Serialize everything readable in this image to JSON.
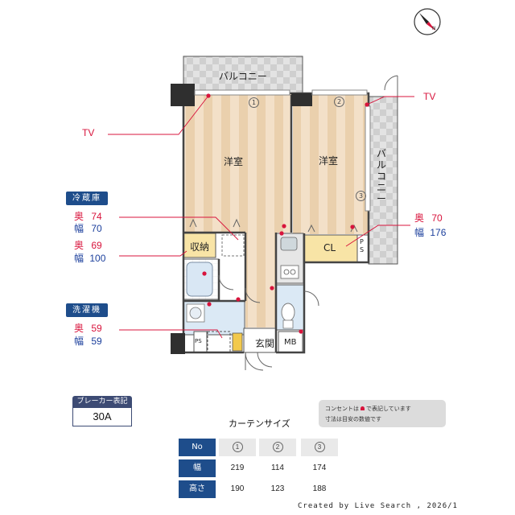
{
  "plan": {
    "tv_left": "TV",
    "tv_right": "TV",
    "balcony_top": "バルコニー",
    "balcony_right": "バルコニー",
    "room1": "洋室",
    "room2": "洋室",
    "storage": "収納",
    "closet": "CL",
    "ps_right": "PS",
    "ps_left": "PS",
    "entrance": "玄関",
    "mb": "MB",
    "window_marks": [
      "1",
      "2",
      "3"
    ]
  },
  "fridge": {
    "label": "冷蔵庫",
    "depth_label_1": "奥",
    "depth_value_1": "74",
    "width_label_1": "幅",
    "width_value_1": "70",
    "depth_label_2": "奥",
    "depth_value_2": "69",
    "width_label_2": "幅",
    "width_value_2": "100"
  },
  "washer": {
    "label": "洗濯機",
    "depth_label": "奥",
    "depth_value": "59",
    "width_label": "幅",
    "width_value": "59"
  },
  "closet_dims": {
    "depth_label": "奥",
    "depth_value": "70",
    "width_label": "幅",
    "width_value": "176"
  },
  "breaker": {
    "label": "ブレーカー表記",
    "value": "30A"
  },
  "note": {
    "line1_a": "コンセントは",
    "line1_b": "で表記しています",
    "line2": "寸法は目安の数値です"
  },
  "curtain": {
    "title": "カーテンサイズ",
    "header_label": "No",
    "columns": [
      "1",
      "2",
      "3"
    ],
    "rows": [
      {
        "label": "幅",
        "values": [
          "219",
          "114",
          "174"
        ]
      },
      {
        "label": "高さ",
        "values": [
          "190",
          "123",
          "188"
        ]
      }
    ]
  },
  "footer": "Created by Live Search , 2026/1",
  "colors": {
    "navy": "#1e4d8b",
    "red": "#d8143c",
    "floor": "#f3e0c8",
    "floor_stripe": "#ecd2b2",
    "storage": "#f8e4a6"
  }
}
